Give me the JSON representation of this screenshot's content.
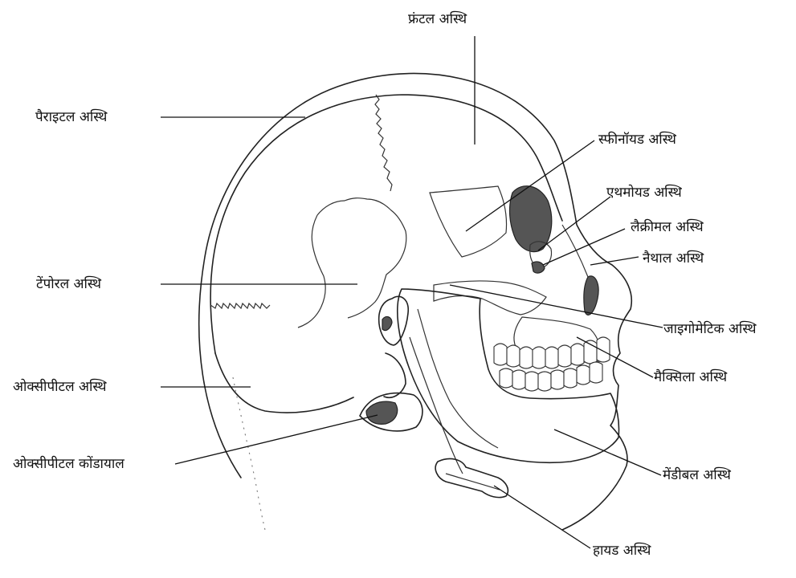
{
  "labels": {
    "frontal": "फ्रंटल अस्थि",
    "parietal": "पैराइटल अस्थि",
    "sphenoid": "स्फीनॉयड अस्थि",
    "ethmoid": "एथमोयड अस्थि",
    "lacrimal": "लैक्रीमल अस्थि",
    "nasal": "नैथाल अस्थि",
    "temporal": "टेंपोरल अस्थि",
    "zygomatic": "जाइगोमेटिक अस्थि",
    "maxilla": "मैक्सिला अस्थि",
    "occipital": "ओक्सीपीटल अस्थि",
    "occipital_condyle": "ओक्सीपीटल कोंडायाल",
    "mandible": "मेंडीबल अस्थि",
    "hyoid": "हायड अस्थि"
  },
  "colors": {
    "line": "#222222",
    "shade": "#555555",
    "background": "#ffffff"
  }
}
